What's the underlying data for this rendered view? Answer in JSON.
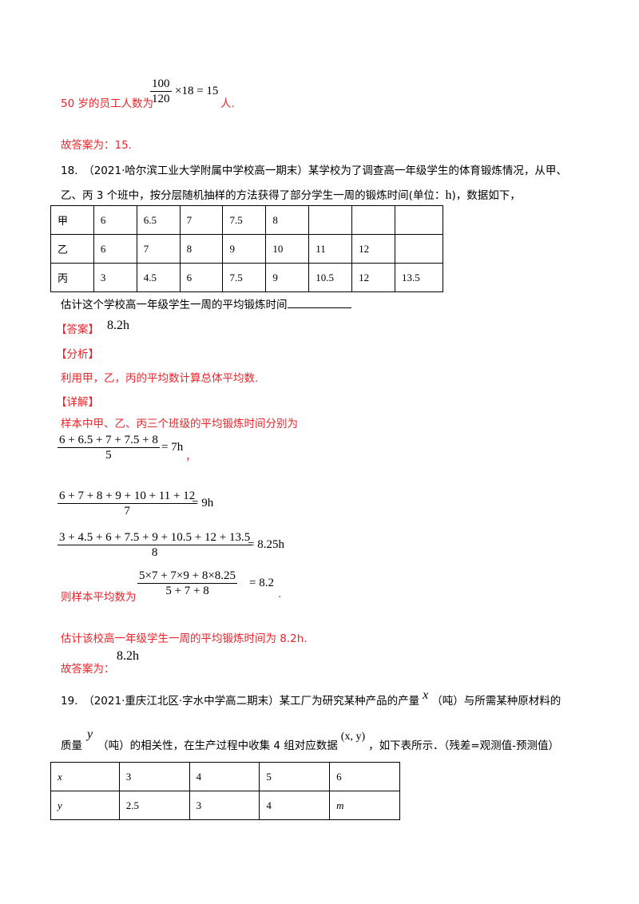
{
  "prev": {
    "prefix": "50 岁的员工人数为",
    "frac_num": "100",
    "frac_den": "120",
    "frac_rest": "×18 = 15",
    "suffix": "人.",
    "answer": "故答案为：15."
  },
  "q18": {
    "line1": "18.　（2021·哈尔滨工业大学附属中学校高一期末）某学校为了调查高一年级学生的体育锻炼情况，从甲、",
    "line2_a": "乙、丙 3 个班中，按分层随机抽样的方法获得了部分学生一周的锻炼时间(单位：",
    "line2_unit": "h",
    "line2_b": ")，数据如下，",
    "table": [
      [
        "甲",
        "6",
        "6.5",
        "7",
        "7.5",
        "8",
        "",
        "",
        ""
      ],
      [
        "乙",
        "6",
        "7",
        "8",
        "9",
        "10",
        "11",
        "12",
        ""
      ],
      [
        "丙",
        "3",
        "4.5",
        "6",
        "7.5",
        "9",
        "10.5",
        "12",
        "13.5"
      ]
    ],
    "question": "估计这个学校高一年级学生一周的平均锻炼时间",
    "answer_tag": "【答案】",
    "answer_val": "8.2h",
    "analysis_tag": "【分析】",
    "analysis": "利用甲，乙，丙的平均数计算总体平均数.",
    "detail_tag": "【详解】",
    "detail_intro": "样本中甲、乙、丙三个班级的平均锻炼时间分别为",
    "eq1_num": "6 + 6.5 + 7 + 7.5 + 8",
    "eq1_den": "5",
    "eq1_rest": "= 7h",
    "eq1_after": "，",
    "eq2_num": "6 + 7 + 8 + 9 + 10 + 11 + 12",
    "eq2_den": "7",
    "eq2_rest": "= 9h",
    "eq3_num": "3 + 4.5 + 6 + 7.5 + 9 + 10.5 + 12 + 13.5",
    "eq3_den": "8",
    "eq3_rest": "= 8.25h",
    "eq4_prefix": "则样本平均数为",
    "eq4_num": "5×7 + 7×9 + 8×8.25",
    "eq4_den": "5 + 7 + 8",
    "eq4_rest": "= 8.2",
    "eq4_after": ".",
    "estimate": "估计该校高一年级学生一周的平均锻炼时间为 8.2h.",
    "final_prefix": "故答案为：",
    "final_val": "8.2h"
  },
  "q19": {
    "line1_a": "19.　（2021·重庆江北区·字水中学高二期末）某工厂为研究某种产品的产量",
    "line1_x": "x",
    "line1_b": "（吨）与所需某种原材料的",
    "line2_a": "质量",
    "line2_y": "y",
    "line2_b": "（吨）的相关性，在生产过程中收集 4 组对应数据",
    "line2_xy": "(x, y)",
    "line2_c": "，如下表所示．（残差=观测值-预测值）",
    "table": [
      [
        "x",
        "3",
        "4",
        "5",
        "6"
      ],
      [
        "y",
        "2.5",
        "3",
        "4",
        "m"
      ]
    ]
  }
}
